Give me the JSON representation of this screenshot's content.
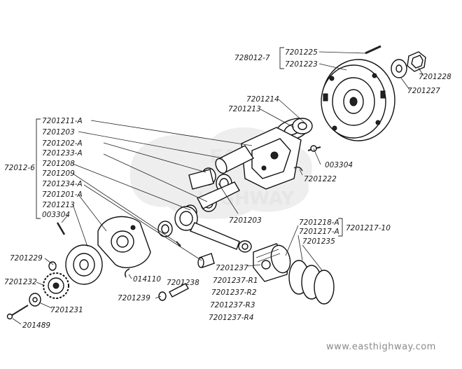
{
  "watermark": {
    "line1": "EAST",
    "line2": "HIGHWAY"
  },
  "website": "www.easthighway.com",
  "groups": {
    "crankshaft_assembly": "72012-6",
    "flywheel_assembly": "728012-7",
    "ring_set": "7201217-10"
  },
  "labels": {
    "p7201225": "7201225",
    "p7201223": "7201223",
    "p7201228": "7201228",
    "p7201227": "7201227",
    "p7201214": "7201214",
    "p7201213_top": "7201213",
    "p003304_right": "003304",
    "p7201222": "7201222",
    "p7201211A": "7201211-A",
    "p7201203_left": "7201203",
    "p7201202A": "7201202-A",
    "p7201233A": "7201233-A",
    "p7201208": "7201208",
    "p7201209": "7201209",
    "p7201234A": "7201234-A",
    "p7201201A": "7201201-A",
    "p7201213_left": "7201213",
    "p003304_left": "003304",
    "p7201203_mid": "7201203",
    "p7201218A": "7201218-A",
    "p7201217A": "7201217-A",
    "p7201235": "7201235",
    "p7201229": "7201229",
    "p7201232": "7201232",
    "p7201231": "7201231",
    "p201489": "201489",
    "p014110": "014110",
    "p7201238": "7201238",
    "p7201239": "7201239",
    "p7201237": "7201237",
    "p7201237R1": "7201237-R1",
    "p7201237R2": "7201237-R2",
    "p7201237R3": "7201237-R3",
    "p7201237R4": "7201237-R4"
  }
}
